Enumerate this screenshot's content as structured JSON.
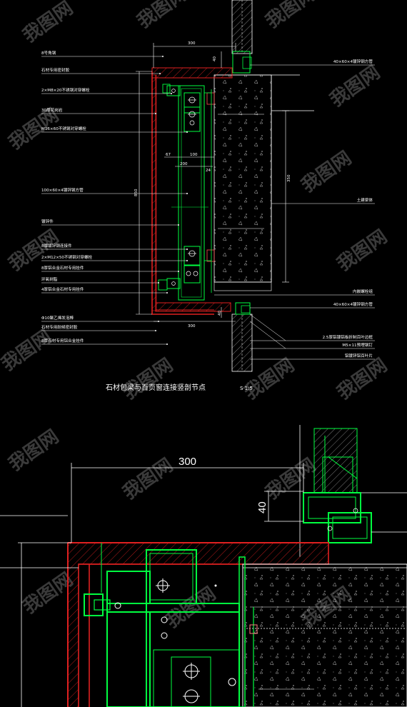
{
  "watermark": {
    "text": "我图网"
  },
  "top_detail": {
    "title": "石材包梁与百页窗连接竖剖节点",
    "scale": "S 1:5",
    "left_labels": [
      "8号角钢",
      "石材专用密封胶",
      "2×M8×20不锈钢对穿螺栓",
      "30厚花岗岩",
      "M16×60不锈钢对穿螺栓",
      "100×60×4镀锌钢方管",
      "镀锌件",
      "8厚镀锌钢连接件",
      "2×M12×50不锈钢对穿螺栓",
      "8厚铝合金石材专用挂件",
      "环氧树脂",
      "4厚铝合金石材专用挂件",
      "Φ10聚乙烯发泡棒",
      "石材专用耐候密封胶",
      "8厚石材专用铝合金挂件"
    ],
    "right_labels": [
      "40×60×4镀锌钢方管",
      "土建梁体",
      "内嵌螺栓组",
      "40×60×4镀锌钢方管",
      "2.5厚铝镀铝板折制百叶边框",
      "M5×11预埋钢钉",
      "铝镀锌铝百叶片"
    ],
    "dims": {
      "top_300": "300",
      "top_40": "40",
      "mid_67": "67",
      "mid_100": "100",
      "mid_200": "200",
      "mid_24": "24",
      "left_850": "850",
      "right_350": "350",
      "bottom_40": "40",
      "bottom_300": "300"
    }
  },
  "zoom_detail": {
    "dim_300": "300",
    "dim_40": "40"
  },
  "colors": {
    "background": "#000000",
    "stone": "#e02020",
    "steel": "#00ff40",
    "leader": "#ffffff",
    "fixture": "#ff8080",
    "wall": "#ffffff",
    "dim_line": "#ffffff",
    "beam_fill": "#1a1a1a"
  }
}
